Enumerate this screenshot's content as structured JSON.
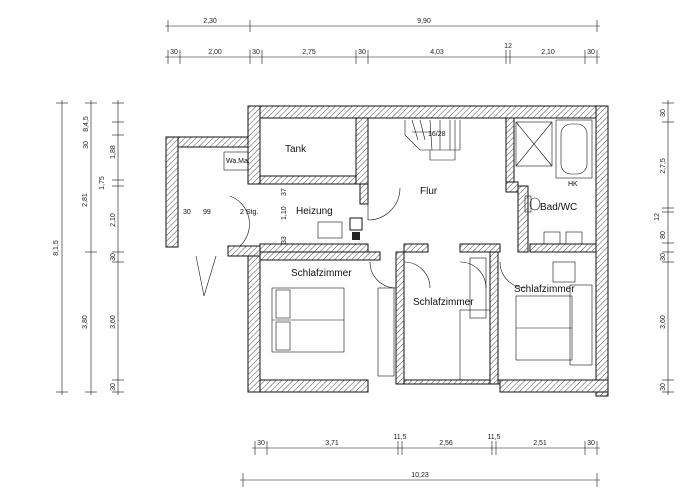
{
  "dimensions": {
    "top_total_1": "2,30",
    "top_total_2": "9,90",
    "top_row": [
      "30",
      "2,00",
      "30",
      "2,75",
      "30",
      "4,03",
      "12",
      "2,10",
      "30"
    ],
    "bottom_row": [
      "30",
      "3,71",
      "11,5",
      "2,56",
      "11,5",
      "2,51",
      "30"
    ],
    "bottom_total": "10,23",
    "left_outer": "8,1,5",
    "left_mid": [
      "2,81",
      "3,80"
    ],
    "left_inner": [
      "8,4,5",
      "30",
      "1,88",
      "1,75",
      "2,10",
      "30",
      "3,60",
      "30"
    ],
    "right_row": [
      "30",
      "2,7,5",
      "12",
      "80",
      "30",
      "3,60",
      "30"
    ]
  },
  "rooms": {
    "tank": "Tank",
    "flur": "Flur",
    "heizung": "Heizung",
    "bad_wc": "Bad/WC",
    "schlaf1": "Schlafzimmer",
    "schlaf2": "Schlafzimmer",
    "schlaf3": "Schlafzimmer"
  },
  "labels": {
    "wama": "Wa.Ma.",
    "stairs": "16/28",
    "steps": "2 Stg.",
    "hk": "HK",
    "heat_dims": [
      "37",
      "1,10",
      "33"
    ],
    "entry_dims": [
      "30",
      "99"
    ]
  }
}
